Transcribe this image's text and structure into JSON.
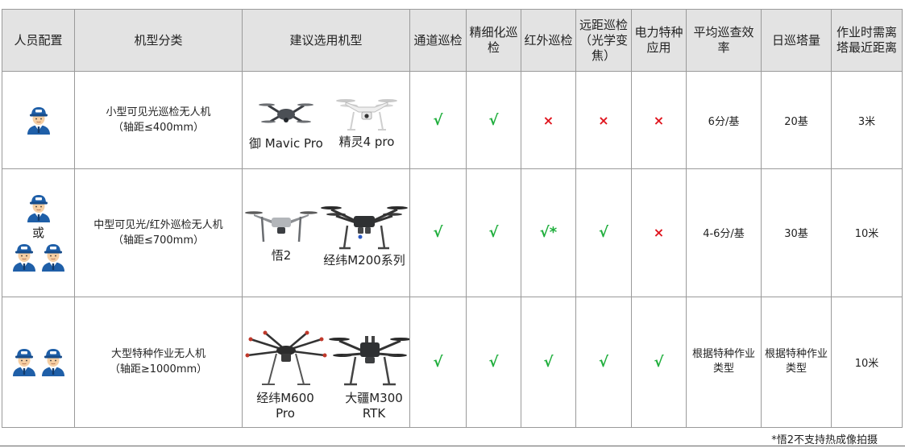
{
  "headers": {
    "staff": "人员配置",
    "category": "机型分类",
    "model": "建议选用机型",
    "channel": "通道巡检",
    "fine": "精细化巡检",
    "infrared": "红外巡检",
    "remote": "远距巡检（光学变焦）",
    "power": "电力特种应用",
    "efficiency": "平均巡查效率",
    "daily": "日巡塔量",
    "distance": "作业时需离塔最近距离"
  },
  "rows": [
    {
      "or_label": "",
      "category": "小型可见光巡检无人机",
      "wheelbase": "（轴距≤400mm）",
      "models": [
        "御  Mavic Pro",
        "精灵4 pro"
      ],
      "marks": [
        "√",
        "√",
        "×",
        "×",
        "×"
      ],
      "efficiency": "6分/基",
      "daily": "20基",
      "distance": "3米"
    },
    {
      "or_label": "或",
      "category": "中型可见光/红外巡检无人机",
      "wheelbase": "（轴距≤700mm）",
      "models": [
        "悟2",
        "经纬M200系列"
      ],
      "marks": [
        "√",
        "√",
        "√*",
        "√",
        "×"
      ],
      "efficiency": "4-6分/基",
      "daily": "30基",
      "distance": "10米"
    },
    {
      "or_label": "",
      "category": "大型特种作业无人机",
      "wheelbase": "（轴距≥1000mm）",
      "models": [
        "经纬M600 Pro",
        "大疆M300 RTK"
      ],
      "marks": [
        "√",
        "√",
        "√",
        "√",
        "√"
      ],
      "efficiency": "根据特种作业类型",
      "daily": "根据特种作业类型",
      "distance": "10米"
    }
  ],
  "footnote": "*悟2不支持热成像拍摄",
  "colors": {
    "check": "#1fae3c",
    "cross": "#e0151e",
    "header_bg": "#e3e3e3",
    "border": "#9a9a9a",
    "uniform": "#1f5fa8"
  }
}
